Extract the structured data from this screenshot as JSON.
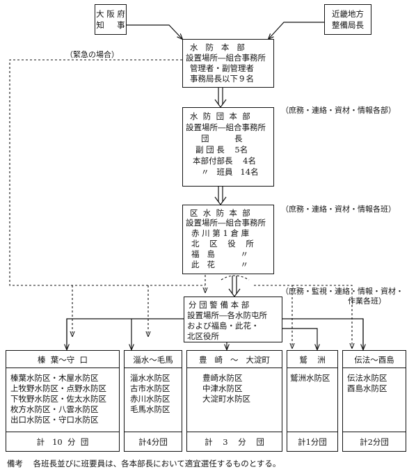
{
  "osaka": {
    "line1": "大 阪 府",
    "line2": "知     事"
  },
  "kinki": {
    "line1": "近畿地方",
    "line2": "整備局長"
  },
  "emergency_note": "（緊急の場合）",
  "suibo_honbu": {
    "title": "水   防   本   部",
    "lines": [
      "設置場所―組合事務所",
      "管理者・副管理者",
      "事務局長以下９名"
    ]
  },
  "suibodan_honbu": {
    "title": "水  防  団  本  部",
    "lines": [
      "設置場所―組合事務所",
      "団          長",
      "副 団 長    5名",
      "本部付部長    4名",
      "〃   班員   14名"
    ],
    "note": "（庶務・連絡・資材・情報各部）"
  },
  "ku_honbu": {
    "title": "区  水  防  本  部",
    "lines": [
      "設置場所―組合事務所",
      "赤 川 第 1 倉 庫",
      "北    区    役    所",
      "福   島          〃",
      "此   花          〃"
    ],
    "note": "（庶務・連絡・資材・情報各班）"
  },
  "bundan_honbu": {
    "title": "分 団 警 備 本 部",
    "lines": [
      "設置場所―各水防屯所",
      "および福島・此花・",
      "北区役所"
    ],
    "note1": "（庶務・監視・連絡・情報・資材・",
    "note2": "作業各班）"
  },
  "groups": [
    {
      "header": "榛  葉～守  口",
      "districts": [
        "榛葉水防区・木屋水防区",
        "上牧野水防区・点野水防区",
        "下牧野水防区・佐太水防区",
        "枚方水防区・八雲水防区",
        "出口水防区・守口水防区"
      ],
      "total": "計   10  分  団"
    },
    {
      "header": "淄水～毛馬",
      "districts": [
        "淄水水防区",
        "古市水防区",
        "赤川水防区",
        "毛馬水防区"
      ],
      "total": "計4分団"
    },
    {
      "header": "豊   崎   ～   大淀町",
      "districts": [
        "豊崎水防区",
        "中津水防区",
        "大淀町水防区"
      ],
      "total": "計    3    分    団"
    },
    {
      "header": "鷲    洲",
      "districts": [
        "鷲洲水防区"
      ],
      "total": "計1分団"
    },
    {
      "header": "伝法～酉島",
      "districts": [
        "伝法水防区",
        "酉島水防区"
      ],
      "total": "計2分団"
    }
  ],
  "footnote": "備考    各班長並びに班要員は、各本部長において適宜選任するものとする。"
}
